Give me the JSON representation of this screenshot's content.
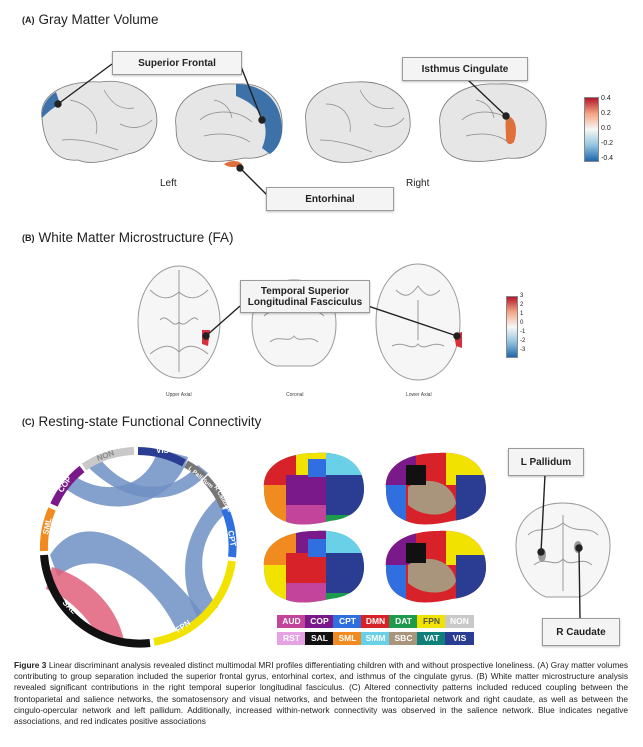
{
  "panel_a": {
    "letter": "(A)",
    "title": "Gray Matter Volume",
    "callouts": {
      "superior_frontal": "Superior Frontal",
      "isthmus_cingulate": "Isthmus Cingulate",
      "entorhinal": "Entorhinal"
    },
    "hemi_left": "Left",
    "hemi_right": "Right",
    "colorbar_ticks": [
      "0.4",
      "0.2",
      "0.0",
      "-0.2",
      "-0.4"
    ]
  },
  "panel_b": {
    "letter": "(B)",
    "title": "White Matter Microstructure (FA)",
    "callout_line1": "Temporal Superior",
    "callout_line2": "Longitudinal Fasciculus",
    "slice_labels": [
      "Upper Axial",
      "Coronal",
      "Lower Axial"
    ],
    "colorbar_ticks": [
      "3",
      "2",
      "1",
      "0",
      "-1",
      "-2",
      "-3"
    ]
  },
  "panel_c": {
    "letter": "(C)",
    "title": "Resting-state Functional Connectivity",
    "chord_labels": {
      "vis": "VIS",
      "l_pallidum": "L Pallidum",
      "r_caudate": "R Caudate",
      "cpt": "CPT",
      "fpn": "FPN",
      "sal": "SAL",
      "sml": "SML",
      "cop": "COP",
      "non": "NON"
    },
    "callout_l_pallidum": "L Pallidum",
    "callout_r_caudate": "R Caudate",
    "network_legend": [
      {
        "label": "AUD",
        "color": "#c2449b"
      },
      {
        "label": "COP",
        "color": "#7a1a8a"
      },
      {
        "label": "CPT",
        "color": "#2f6fe0"
      },
      {
        "label": "DMN",
        "color": "#d8222a"
      },
      {
        "label": "DAT",
        "color": "#1e9a4c"
      },
      {
        "label": "FPN",
        "color": "#f2e200"
      },
      {
        "label": "NON",
        "color": "#c9c9c9"
      },
      {
        "label": "RST",
        "color": "#e6a3e3"
      },
      {
        "label": "SAL",
        "color": "#111111"
      },
      {
        "label": "SML",
        "color": "#f18b1f"
      },
      {
        "label": "SMM",
        "color": "#6ad0e8"
      },
      {
        "label": "SBC",
        "color": "#a8957c"
      },
      {
        "label": "VAT",
        "color": "#0f7f7a"
      },
      {
        "label": "VIS",
        "color": "#2b3d93"
      }
    ]
  },
  "caption": {
    "label": "Figure 3",
    "text": "Linear discriminant analysis revealed distinct multimodal MRI profiles differentiating children with and without prospective loneliness. (A) Gray matter volumes contributing to group separation included the superior frontal gyrus, entorhinal cortex, and isthmus of the cingulate gyrus. (B) White matter microstructure analysis revealed significant contributions in the right temporal superior longitudinal fasciculus. (C) Altered connectivity patterns included reduced coupling between the frontoparietal and salience networks, the somatosensory and visual networks, and between the frontoparietal network and right caudate, as well as between the cingulo-opercular network and left pallidum. Additionally, increased within-network connectivity was observed in the salience network. Blue indicates negative associations, and red indicates positive associations"
  },
  "colors": {
    "negative": "#3d72a8",
    "positive": "#e0703a",
    "chord_blue": "#6f8fc3",
    "chord_red": "#e0607a"
  }
}
